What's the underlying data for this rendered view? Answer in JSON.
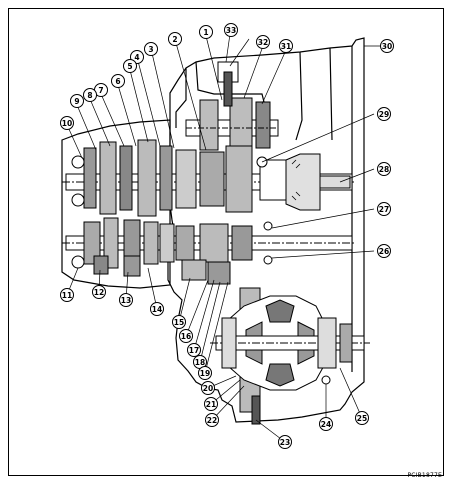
{
  "figure": {
    "code": "PCIB1877E"
  },
  "callouts": [
    "1",
    "2",
    "3",
    "4",
    "5",
    "6",
    "7",
    "8",
    "9",
    "10",
    "11",
    "12",
    "13",
    "14",
    "15",
    "16",
    "17",
    "18",
    "19",
    "20",
    "21",
    "22",
    "23",
    "24",
    "25",
    "26",
    "27",
    "28",
    "29",
    "30",
    "31",
    "32",
    "33"
  ]
}
